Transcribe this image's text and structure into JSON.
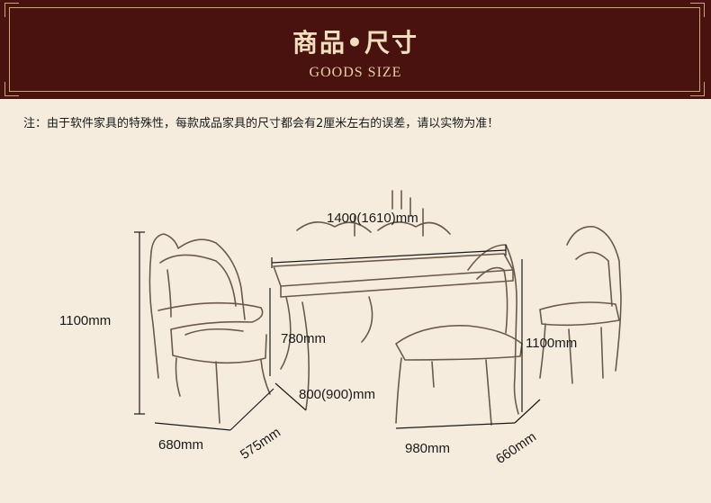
{
  "header": {
    "title": "商品•尺寸",
    "subtitle": "GOODS SIZE"
  },
  "notice": "注：由于软件家具的特殊性，每款成品家具的尺寸都会有2厘米左右的误差，请以实物为准！",
  "dimensions": {
    "armchair_height": "1100mm",
    "armchair_width": "680mm",
    "armchair_depth": "575mm",
    "table_length": "1400(1610)mm",
    "table_height": "780mm",
    "table_width": "800(900)mm",
    "side_chair_height": "1100mm",
    "side_chair_width": "980mm",
    "side_chair_depth": "660mm"
  },
  "colors": {
    "header_bg": "#4a120f",
    "header_text": "#f1dfbf",
    "page_bg": "#f5ecdd",
    "line_art": "#6b5a4a"
  }
}
